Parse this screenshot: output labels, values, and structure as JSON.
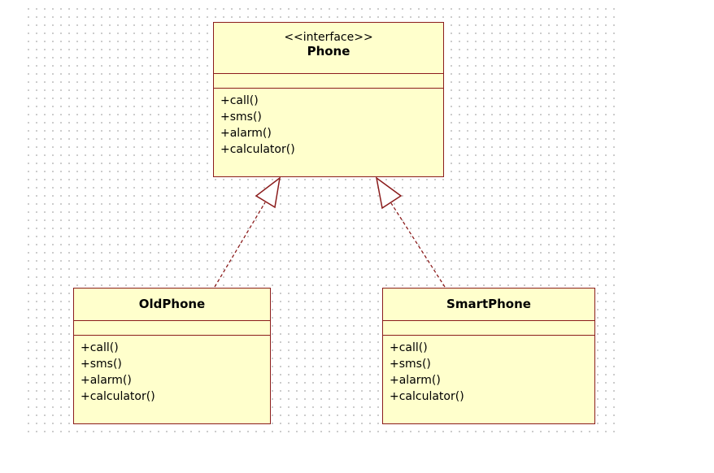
{
  "diagram": {
    "classes": [
      {
        "id": "phone",
        "stereotype": "<<interface>>",
        "name": "Phone",
        "operations": [
          "+call()",
          "+sms()",
          "+alarm()",
          "+calculator()"
        ]
      },
      {
        "id": "oldphone",
        "stereotype": "",
        "name": "OldPhone",
        "operations": [
          "+call()",
          "+sms()",
          "+alarm()",
          "+calculator()"
        ]
      },
      {
        "id": "smartphone",
        "stereotype": "",
        "name": "SmartPhone",
        "operations": [
          "+call()",
          "+sms()",
          "+alarm()",
          "+calculator()"
        ]
      }
    ],
    "relations": [
      {
        "type": "realization",
        "from": "OldPhone",
        "to": "Phone"
      },
      {
        "type": "realization",
        "from": "SmartPhone",
        "to": "Phone"
      }
    ],
    "colors": {
      "class_fill": "#ffffcc",
      "class_border": "#8b1c1c",
      "connector": "#8b1c1c",
      "grid_dot": "#c4c4c4"
    }
  }
}
